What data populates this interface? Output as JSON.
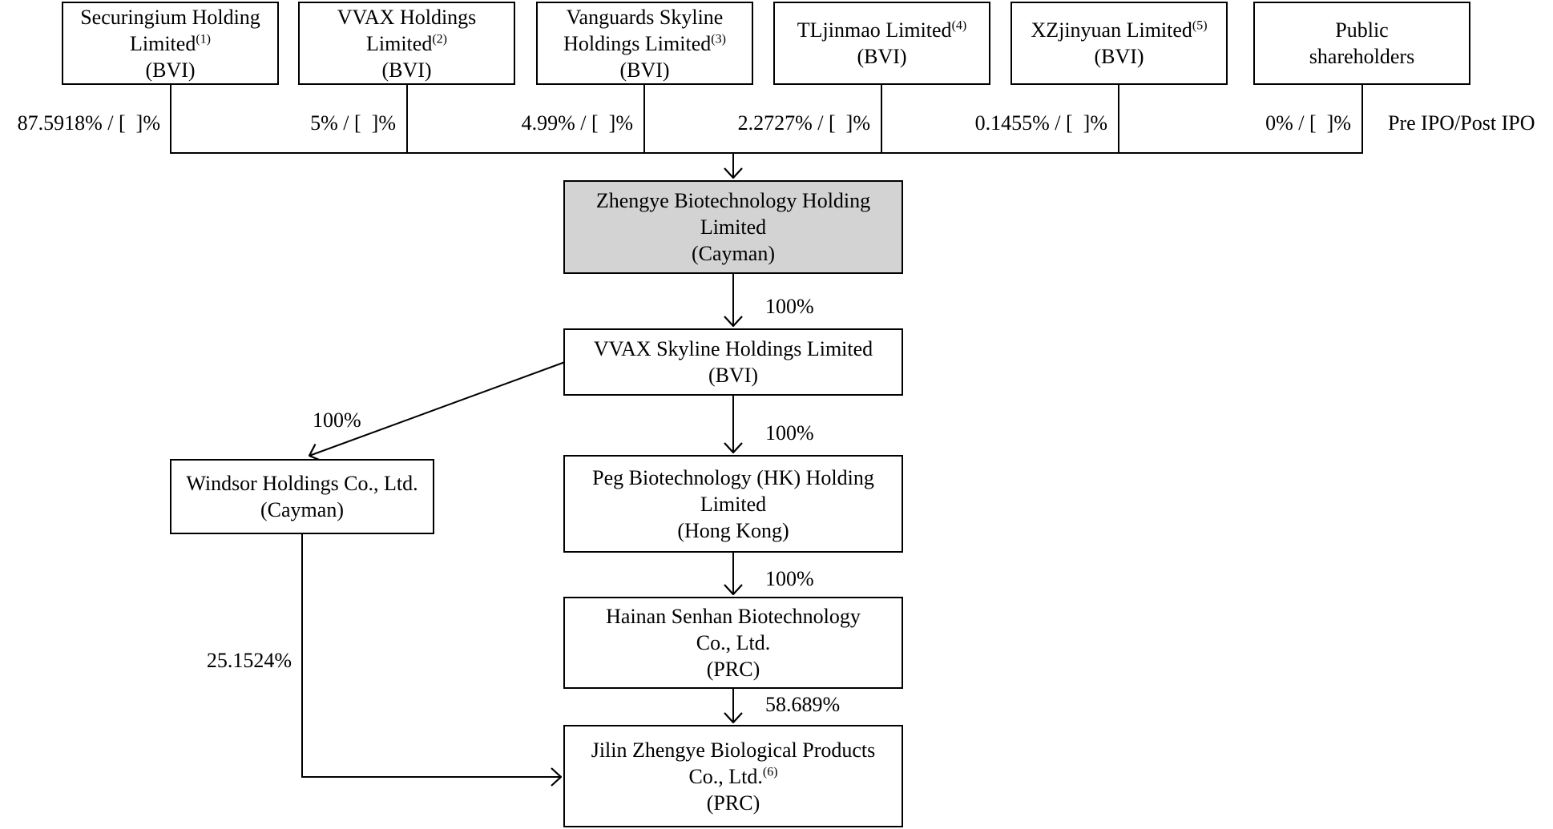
{
  "colors": {
    "background": "#ffffff",
    "line": "#000000",
    "highlight_fill": "#d3d3d3"
  },
  "ownership_row_note": "Pre IPO/Post IPO",
  "shareholders": [
    {
      "name_lines": [
        {
          "text": "Securingium Holding"
        },
        {
          "text": "Limited",
          "sup": "(1)"
        },
        {
          "text": "(BVI)"
        }
      ],
      "ownership": "87.5918% / [  ]%"
    },
    {
      "name_lines": [
        {
          "text": "VVAX Holdings"
        },
        {
          "text": "Limited",
          "sup": "(2)"
        },
        {
          "text": "(BVI)"
        }
      ],
      "ownership": "5% / [  ]%"
    },
    {
      "name_lines": [
        {
          "text": "Vanguards Skyline"
        },
        {
          "text": "Holdings Limited",
          "sup": "(3)"
        },
        {
          "text": "(BVI)"
        }
      ],
      "ownership": "4.99% / [  ]%"
    },
    {
      "name_lines": [
        {
          "text": "TLjinmao Limited",
          "sup": "(4)"
        },
        {
          "text": "(BVI)"
        }
      ],
      "ownership": "2.2727% / [  ]%"
    },
    {
      "name_lines": [
        {
          "text": "XZjinyuan Limited",
          "sup": "(5)"
        },
        {
          "text": "(BVI)"
        }
      ],
      "ownership": "0.1455% / [  ]%"
    },
    {
      "name_lines": [
        {
          "text": "Public"
        },
        {
          "text": "shareholders"
        }
      ],
      "ownership": "0% / [  ]%"
    }
  ],
  "chain": [
    {
      "name_lines": [
        {
          "text": "Zhengye Biotechnology Holding"
        },
        {
          "text": "Limited"
        },
        {
          "text": "(Cayman)"
        }
      ],
      "highlighted": true
    },
    {
      "name_lines": [
        {
          "text": "VVAX Skyline Holdings Limited"
        },
        {
          "text": "(BVI)"
        }
      ]
    },
    {
      "name_lines": [
        {
          "text": "Peg Biotechnology (HK) Holding"
        },
        {
          "text": "Limited"
        },
        {
          "text": "(Hong Kong)"
        }
      ]
    },
    {
      "name_lines": [
        {
          "text": "Hainan Senhan Biotechnology"
        },
        {
          "text": "Co., Ltd."
        },
        {
          "text": "(PRC)"
        }
      ]
    },
    {
      "name_lines": [
        {
          "text": "Jilin Zhengye Biological Products"
        },
        {
          "text": "Co., Ltd.",
          "sup": "(6)"
        },
        {
          "text": "(PRC)"
        }
      ]
    }
  ],
  "windsor": {
    "name_lines": [
      {
        "text": "Windsor Holdings Co., Ltd."
      },
      {
        "text": "(Cayman)"
      }
    ]
  },
  "edge_labels": {
    "zhengye_to_vvax_skyline": "100%",
    "vvax_skyline_to_peg": "100%",
    "peg_to_hainan": "100%",
    "hainan_to_jilin": "58.689%",
    "vvax_skyline_to_windsor": "100%",
    "windsor_to_jilin": "25.1524%"
  }
}
